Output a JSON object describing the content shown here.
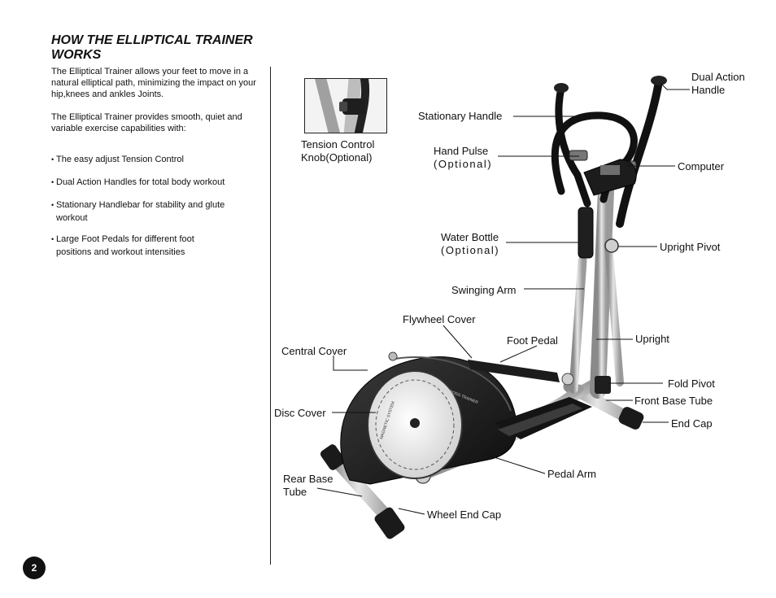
{
  "page": {
    "title": "HOW THE  ELLIPTICAL TRAINER WORKS",
    "intro_1": "The Elliptical Trainer allows your feet to move in a natural elliptical path, minimizing the impact on your hip,knees and ankles Joints.",
    "intro_2": "The Elliptical Trainer provides smooth, quiet and variable exercise capabilities with:",
    "bullets": [
      {
        "line1": "The easy adjust Tension Control",
        "line2": ""
      },
      {
        "line1": "Dual Action Handles for total body workout",
        "line2": ""
      },
      {
        "line1": "Stationary Handlebar for stability and glute",
        "line2": "workout"
      },
      {
        "line1": "Large Foot Pedals for different foot",
        "line2": "positions  and  workout intensities"
      }
    ],
    "bullet_symbol": "•",
    "page_number": "2"
  },
  "labels": {
    "tension_1": "Tension Control",
    "tension_2": "Knob(Optional)",
    "dual_1": "Dual Action",
    "dual_2": "Handle",
    "stationary_handle": "Stationary Handle",
    "hand_pulse_1": "Hand Pulse",
    "hand_pulse_2": "(Optional)",
    "computer": "Computer",
    "water_1": "Water Bottle",
    "water_2": "(Optional)",
    "upright_pivot": "Upright Pivot",
    "swinging_arm": "Swinging Arm",
    "flywheel_cover": "Flywheel Cover",
    "foot_pedal": "Foot Pedal",
    "upright": "Upright",
    "central_cover": "Central Cover",
    "fold_pivot": "Fold Pivot",
    "front_base_tube": "Front Base Tube",
    "disc_cover": "Disc Cover",
    "end_cap": "End Cap",
    "rear_base_1": "Rear Base",
    "rear_base_2": "Tube",
    "pedal_arm": "Pedal Arm",
    "wheel_end_cap": "Wheel End Cap"
  },
  "machine_text": {
    "cover_text": "ELLIPTICAL CROSS TRAINER",
    "disc_text": "MAGNETIC SYSTEM"
  }
}
